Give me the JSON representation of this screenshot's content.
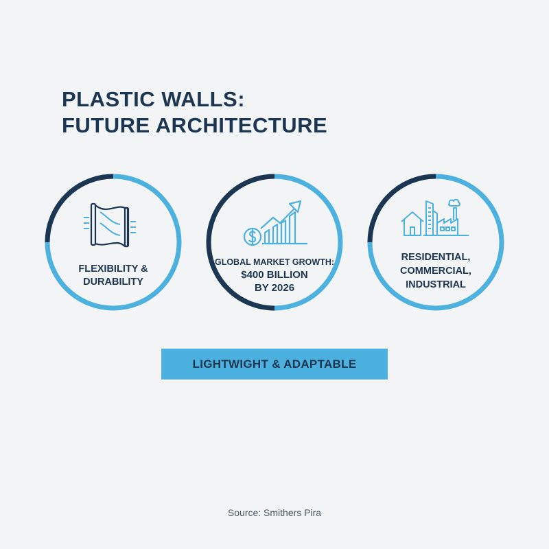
{
  "title": {
    "line1": "PLASTIC WALLS:",
    "line2": "FUTURE ARCHITECTURE"
  },
  "colors": {
    "dark": "#1c3550",
    "accent": "#4cb1de",
    "background": "#f3f4f5"
  },
  "cards": [
    {
      "icon": "flexible-wall-icon",
      "lines": [
        "FLEXIBILITY &",
        "DURABILITY"
      ]
    },
    {
      "icon": "market-growth-icon",
      "lines": [
        "GLOBAL MARKET GROWTH:",
        "$400 BILLION",
        "BY 2026"
      ]
    },
    {
      "icon": "buildings-icon",
      "lines": [
        "RESIDENTIAL,",
        "COMMERCIAL,",
        "INDUSTRIAL"
      ]
    }
  ],
  "banner": {
    "label": "LIGHTWIGHT & ADAPTABLE"
  },
  "source": "Source: Smithers Pira"
}
